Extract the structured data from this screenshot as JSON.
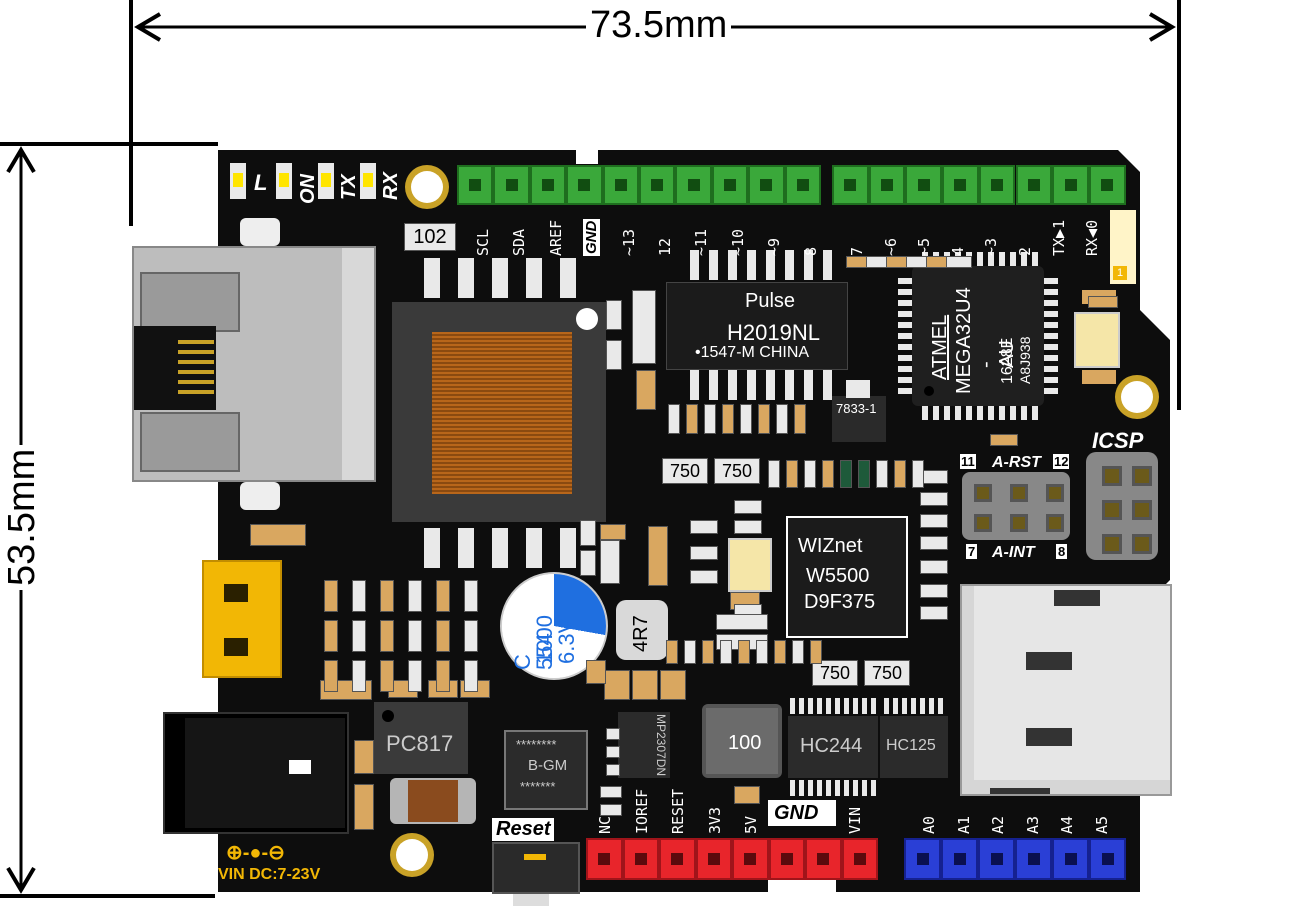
{
  "dimensions": {
    "width_label": "73.5mm",
    "height_label": "53.5mm"
  },
  "status_leds": {
    "labels": [
      "L",
      "ON",
      "TX",
      "RX"
    ]
  },
  "top_left_header": {
    "silk_resistor": "102",
    "labels": [
      "SCL",
      "SDA",
      "AREF",
      "GND",
      "~13",
      "12",
      "~11",
      "~10",
      "~9",
      "8"
    ]
  },
  "top_right_header": {
    "labels": [
      "7",
      "~6",
      "~5",
      "4",
      "~3",
      "2",
      "TX▶1",
      "RX◀0"
    ],
    "corner_marker": "1"
  },
  "magnetics": {
    "brand": "Pulse",
    "part": "H2019NL",
    "code": "•1547-M CHINA"
  },
  "regulator_small": "7833-1",
  "mcu": {
    "lines": [
      "ATMEL",
      "MEGA32U4",
      "-AU",
      "1628E",
      "A8J938"
    ]
  },
  "icsp": {
    "title": "ICSP",
    "label_top": "A-RST",
    "label_bottom": "A-INT",
    "pin_nums": [
      "11",
      "12",
      "7",
      "8"
    ]
  },
  "resistor_arrays": [
    "750",
    "750",
    "750",
    "750"
  ],
  "ethernet_chip": {
    "brand": "WIZnet",
    "part": "W5500",
    "code": "D9F375"
  },
  "capacitor": {
    "lines": [
      "C 554",
      "1000",
      "6.3V"
    ]
  },
  "inductor_small": "4R7",
  "inductor_large": "100",
  "optocoupler": "PC817",
  "buck_chip": {
    "lines": [
      "********",
      "B-GM",
      "*******"
    ]
  },
  "mp_chip": "MP2307DN",
  "buffers": [
    "HC244",
    "HC125"
  ],
  "reset_label": "Reset",
  "power_input": {
    "polarity": "⊕-●-⊖",
    "label": "VIN DC:7-23V"
  },
  "power_header": {
    "labels": [
      "NC",
      "IOREF",
      "RESET",
      "3V3",
      "5V",
      "GND",
      "VIN"
    ]
  },
  "analog_header": {
    "labels": [
      "A0",
      "A1",
      "A2",
      "A3",
      "A4",
      "A5"
    ]
  },
  "colors": {
    "pcb": "#0d0d0d",
    "header_green": "#3aa83a",
    "header_red": "#e8252b",
    "header_blue": "#2a3fd6",
    "usb_yellow": "#f2b705",
    "capacitor_blue": "#1f6fe0"
  }
}
